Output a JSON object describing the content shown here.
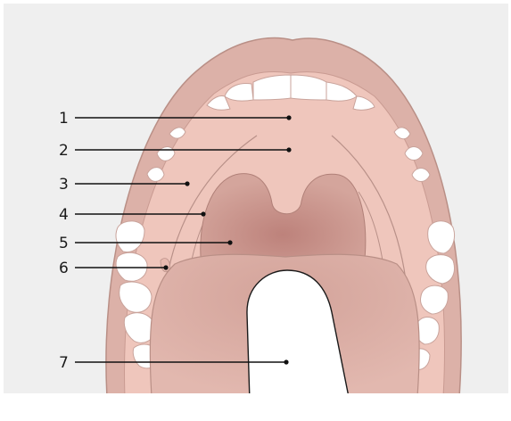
{
  "labels": [
    {
      "number": "1"
    },
    {
      "number": "2"
    },
    {
      "number": "3"
    },
    {
      "number": "4"
    },
    {
      "number": "5"
    },
    {
      "number": "6"
    },
    {
      "number": "7"
    }
  ],
  "colors": {
    "background_panel": "#efefef",
    "lips": "#dcb1a8",
    "lip_outline": "#b98f86",
    "palate": "#efc6bc",
    "throat": "#c9948c",
    "tongue": "#d9aaa1",
    "teeth": "#ffffff",
    "tongue_depressor": "#ffffff",
    "leader_line": "#111111"
  }
}
